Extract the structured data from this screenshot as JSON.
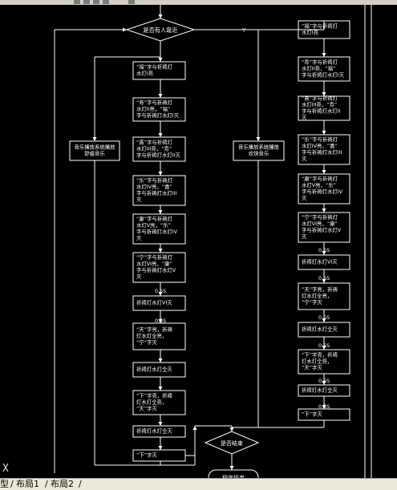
{
  "tabs": {
    "model": "型",
    "layout1": "布局1",
    "layout2": "布局2",
    "sep": "/"
  },
  "nodes": {
    "decision_someone": "是否有人靠近",
    "decision_end": "是否结束",
    "end": "程序结束",
    "yes_label": "Y",
    "music_left": [
      "音乐播放系统播放",
      "舒缓音乐"
    ],
    "music_right": [
      "音乐播放系统播放",
      "欢快音乐"
    ],
    "left_chain": [
      [
        "“福”字与祈祷灯",
        "水灯I亮"
      ],
      [
        "“寿”字与祈祷灯",
        "水灯II亮，“福”",
        "字与祈祷灯水灯I灭"
      ],
      [
        "“喜”字与祈祷灯",
        "水灯III亮，“寿”",
        "字与祈祷灯水灯II灭"
      ],
      [
        "“乐”字与祈祷灯",
        "水灯IV亮，“喜”",
        "字与祈祷灯水灯III",
        "灭"
      ],
      [
        "“康”字与祈祷灯",
        "水灯V亮，“乐”",
        "字与祈祷灯水灯IV",
        "灭"
      ],
      [
        "“宁”字与祈祷灯",
        "水灯VI亮，“康”",
        "字与祈祷灯水灯V",
        "灭"
      ],
      [
        "祈祷灯水灯VI灭"
      ],
      [
        "“天”字亮，祈祷",
        "灯水灯全亮，",
        "“宁”字灭"
      ],
      [
        "祈祷灯水灯全灭"
      ],
      [
        "“下”字亮，祈祷",
        "灯水灯全亮，",
        "“天”字灭"
      ],
      [
        "祈祷灯水灯全灭"
      ],
      [
        "“下”字灭"
      ]
    ],
    "right_chain": [
      [
        "“福”字与祈祷灯",
        "水灯I亮"
      ],
      [
        "“寿”字与祈祷灯",
        "水灯II亮，“福”",
        "字与祈祷灯水灯I灭"
      ],
      [
        "“喜”字与祈祷灯",
        "水灯III亮，“寿”",
        "字与祈祷灯水灯II",
        "灭"
      ],
      [
        "“乐”字与祈祷灯",
        "水灯IV亮，“喜”",
        "字与祈祷灯水灯III",
        "灭"
      ],
      [
        "“康”字与祈祷灯",
        "水灯V亮，“乐”",
        "字与祈祷灯水灯IV",
        "灭"
      ],
      [
        "“宁”字与祈祷灯",
        "水灯VI亮，“康”",
        "字与祈祷灯水灯V",
        "灭"
      ],
      [
        "祈祷灯水灯VI灭"
      ],
      [
        "“天”字亮，祈祷",
        "灯水灯全亮，",
        "“宁”字灭"
      ],
      [
        "祈祷灯水灯全灭"
      ],
      [
        "“下”字亮，祈祷",
        "灯水灯全亮，",
        "“天”字灭"
      ],
      [
        "祈祷灯水灯全灭"
      ],
      [
        "“下”字灭"
      ]
    ],
    "delay": "0.5S"
  }
}
